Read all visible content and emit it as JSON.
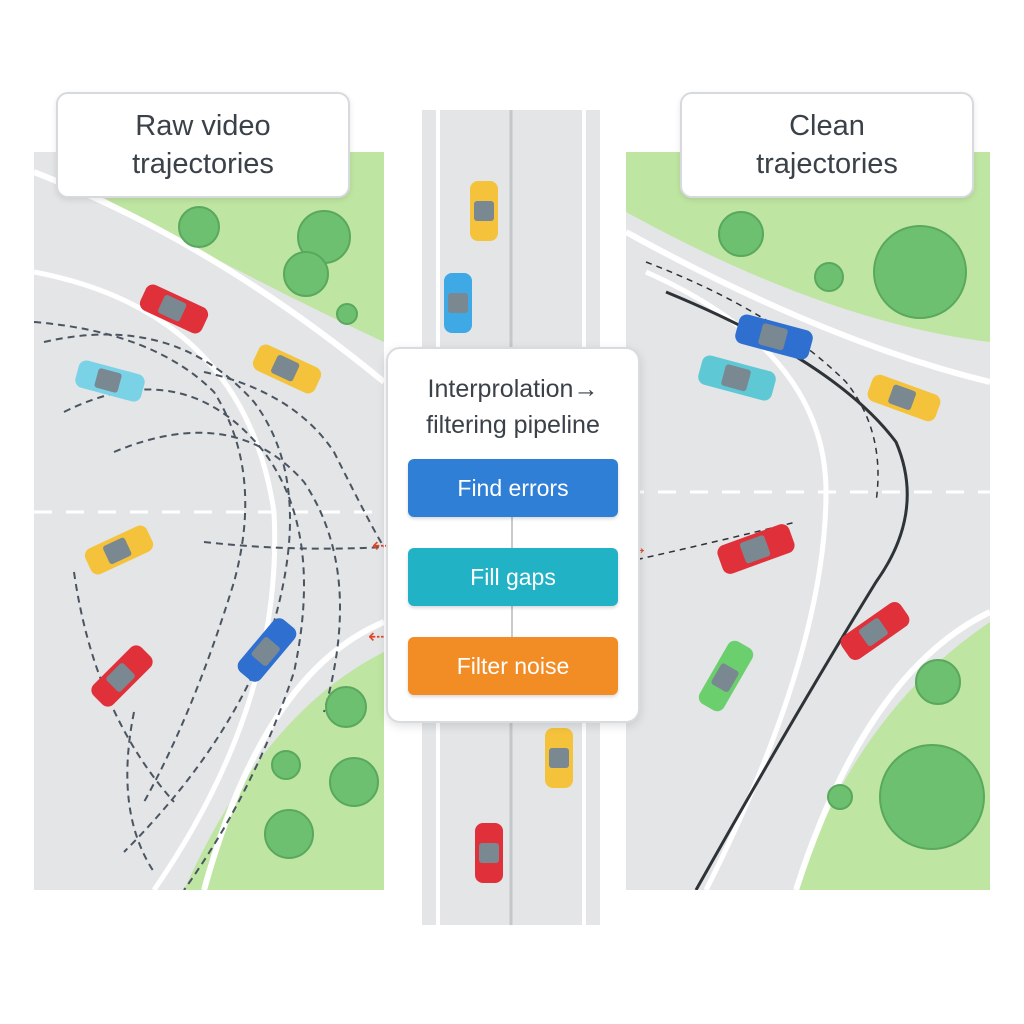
{
  "left_label": "Raw video\ntrajectories",
  "right_label": "Clean\ntrajectories",
  "pipeline": {
    "title": "Interprolation→\nfiltering pipeline",
    "steps": [
      {
        "label": "Find errors",
        "color": "#2f7fd6"
      },
      {
        "label": "Fill gaps",
        "color": "#22b2c6"
      },
      {
        "label": "Filter noise",
        "color": "#f28c25"
      }
    ]
  },
  "colors": {
    "road": "#e3e5e7",
    "grass": "#bfe5a2",
    "tree": "#6cc070",
    "lane_marking": "#ffffff",
    "raw_trace": "#4a5561",
    "clean_trace": "#2e3338",
    "arrow": "#e0452b"
  },
  "cars": {
    "left": [
      "red",
      "yellow",
      "cyan",
      "yellow",
      "red",
      "blue"
    ],
    "center": [
      "yellow",
      "blue",
      "yellow",
      "red"
    ],
    "right": [
      "blue",
      "cyan",
      "yellow",
      "red",
      "red",
      "green"
    ]
  },
  "icons": [
    "arrow-right-icon",
    "arrow-left-icon"
  ]
}
